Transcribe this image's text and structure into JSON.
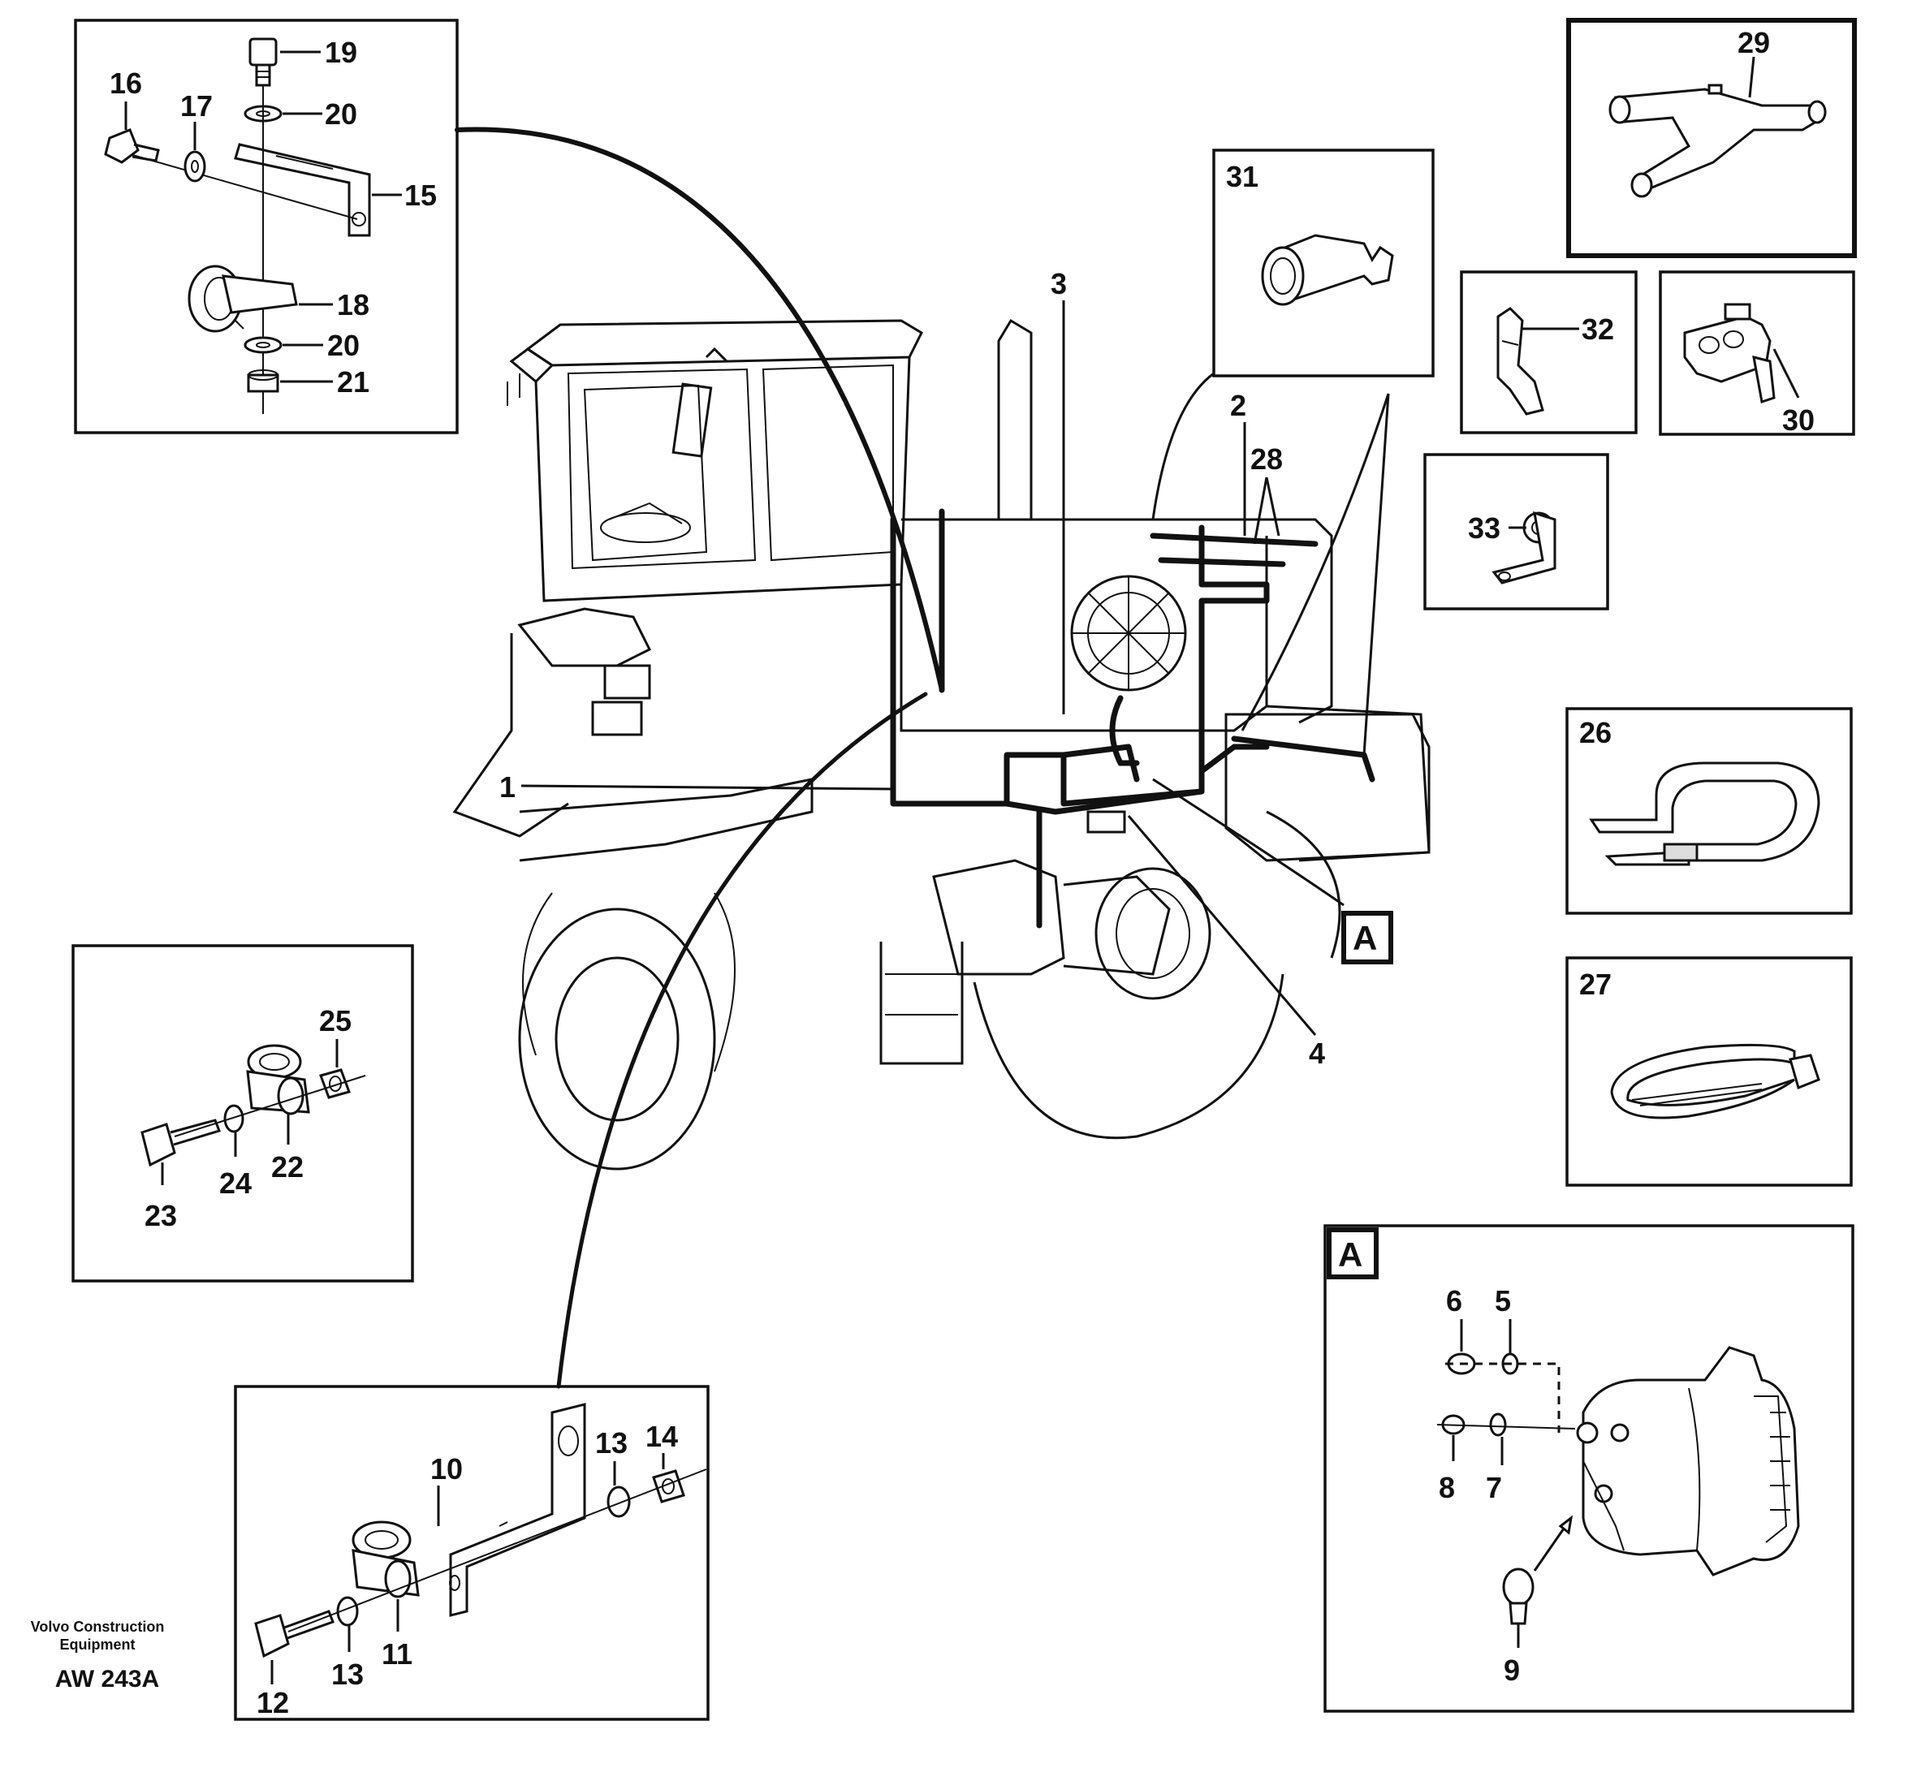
{
  "callouts": {
    "c1": "1",
    "c2": "2",
    "c3": "3",
    "c4": "4",
    "c5": "5",
    "c6": "6",
    "c7": "7",
    "c8": "8",
    "c9": "9",
    "c10": "10",
    "c11": "11",
    "c12": "12",
    "c13a": "13",
    "c13b": "13",
    "c14": "14",
    "c15": "15",
    "c16": "16",
    "c17": "17",
    "c18": "18",
    "c19": "19",
    "c20a": "20",
    "c20b": "20",
    "c21": "21",
    "c22": "22",
    "c23": "23",
    "c24": "24",
    "c25": "25",
    "c26": "26",
    "c27": "27",
    "c28": "28",
    "c29": "29",
    "c30": "30",
    "c31": "31",
    "c32": "32",
    "c33": "33"
  },
  "detail_marker": {
    "main": "A",
    "inset": "A"
  },
  "credit": {
    "line1": "Volvo Construction",
    "line2": "Equipment",
    "code": "AW 243A"
  }
}
